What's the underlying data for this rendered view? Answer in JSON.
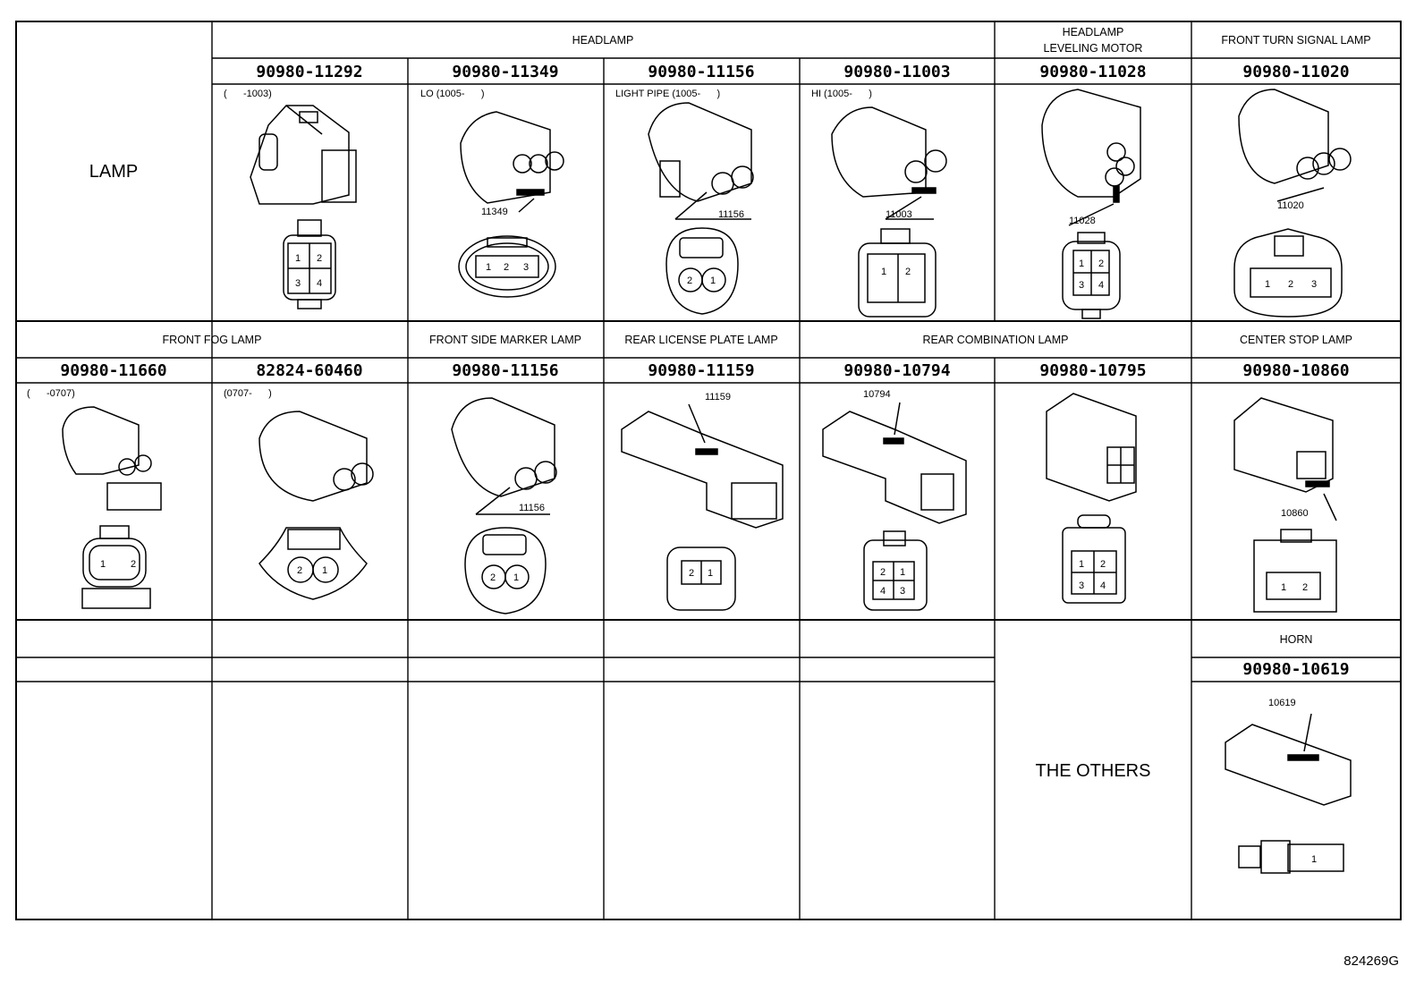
{
  "category": "LAMP",
  "row1": {
    "group_headers": [
      "HEADLAMP",
      "HEADLAMP",
      "LEVELING MOTOR",
      "FRONT TURN SIGNAL LAMP"
    ],
    "parts": [
      {
        "pn": "90980-11292",
        "note": "(      -1003)",
        "callout": "",
        "pins": [
          "1",
          "2",
          "3",
          "4"
        ]
      },
      {
        "pn": "90980-11349",
        "note": "LO (1005-      )",
        "callout": "11349",
        "pins": [
          "1",
          "2",
          "3"
        ]
      },
      {
        "pn": "90980-11156",
        "note": "LIGHT PIPE (1005-      )",
        "callout": "11156",
        "pins": [
          "2",
          "1"
        ]
      },
      {
        "pn": "90980-11003",
        "note": "HI (1005-      )",
        "callout": "11003",
        "pins": [
          "1",
          "2"
        ]
      },
      {
        "pn": "90980-11028",
        "note": "",
        "callout": "11028",
        "pins": [
          "1",
          "2",
          "3",
          "4"
        ]
      },
      {
        "pn": "90980-11020",
        "note": "",
        "callout": "11020",
        "pins": [
          "1",
          "2",
          "3"
        ]
      }
    ]
  },
  "row2": {
    "group_headers": [
      "FRONT FOG LAMP",
      "FRONT SIDE MARKER LAMP",
      "REAR LICENSE PLATE LAMP",
      "REAR COMBINATION LAMP",
      "CENTER STOP LAMP"
    ],
    "parts": [
      {
        "pn": "90980-11660",
        "note": "(      -0707)",
        "callout": "",
        "pins": [
          "1",
          "2"
        ]
      },
      {
        "pn": "82824-60460",
        "note": "(0707-      )",
        "callout": "",
        "pins": [
          "2",
          "1"
        ]
      },
      {
        "pn": "90980-11156",
        "note": "",
        "callout": "11156",
        "pins": [
          "2",
          "1"
        ]
      },
      {
        "pn": "90980-11159",
        "note": "",
        "callout": "11159",
        "pins": [
          "2",
          "1"
        ]
      },
      {
        "pn": "90980-10794",
        "note": "",
        "callout": "10794",
        "pins": [
          "2",
          "1",
          "4",
          "3"
        ]
      },
      {
        "pn": "90980-10795",
        "note": "",
        "callout": "",
        "pins": [
          "1",
          "2",
          "3",
          "4"
        ]
      },
      {
        "pn": "90980-10860",
        "note": "",
        "callout": "10860",
        "pins": [
          "1",
          "2"
        ]
      }
    ]
  },
  "others": {
    "label": "THE OTHERS",
    "header": "HORN",
    "part": {
      "pn": "90980-10619",
      "callout": "10619",
      "pins": [
        "1"
      ]
    }
  },
  "footer_code": "824269G"
}
